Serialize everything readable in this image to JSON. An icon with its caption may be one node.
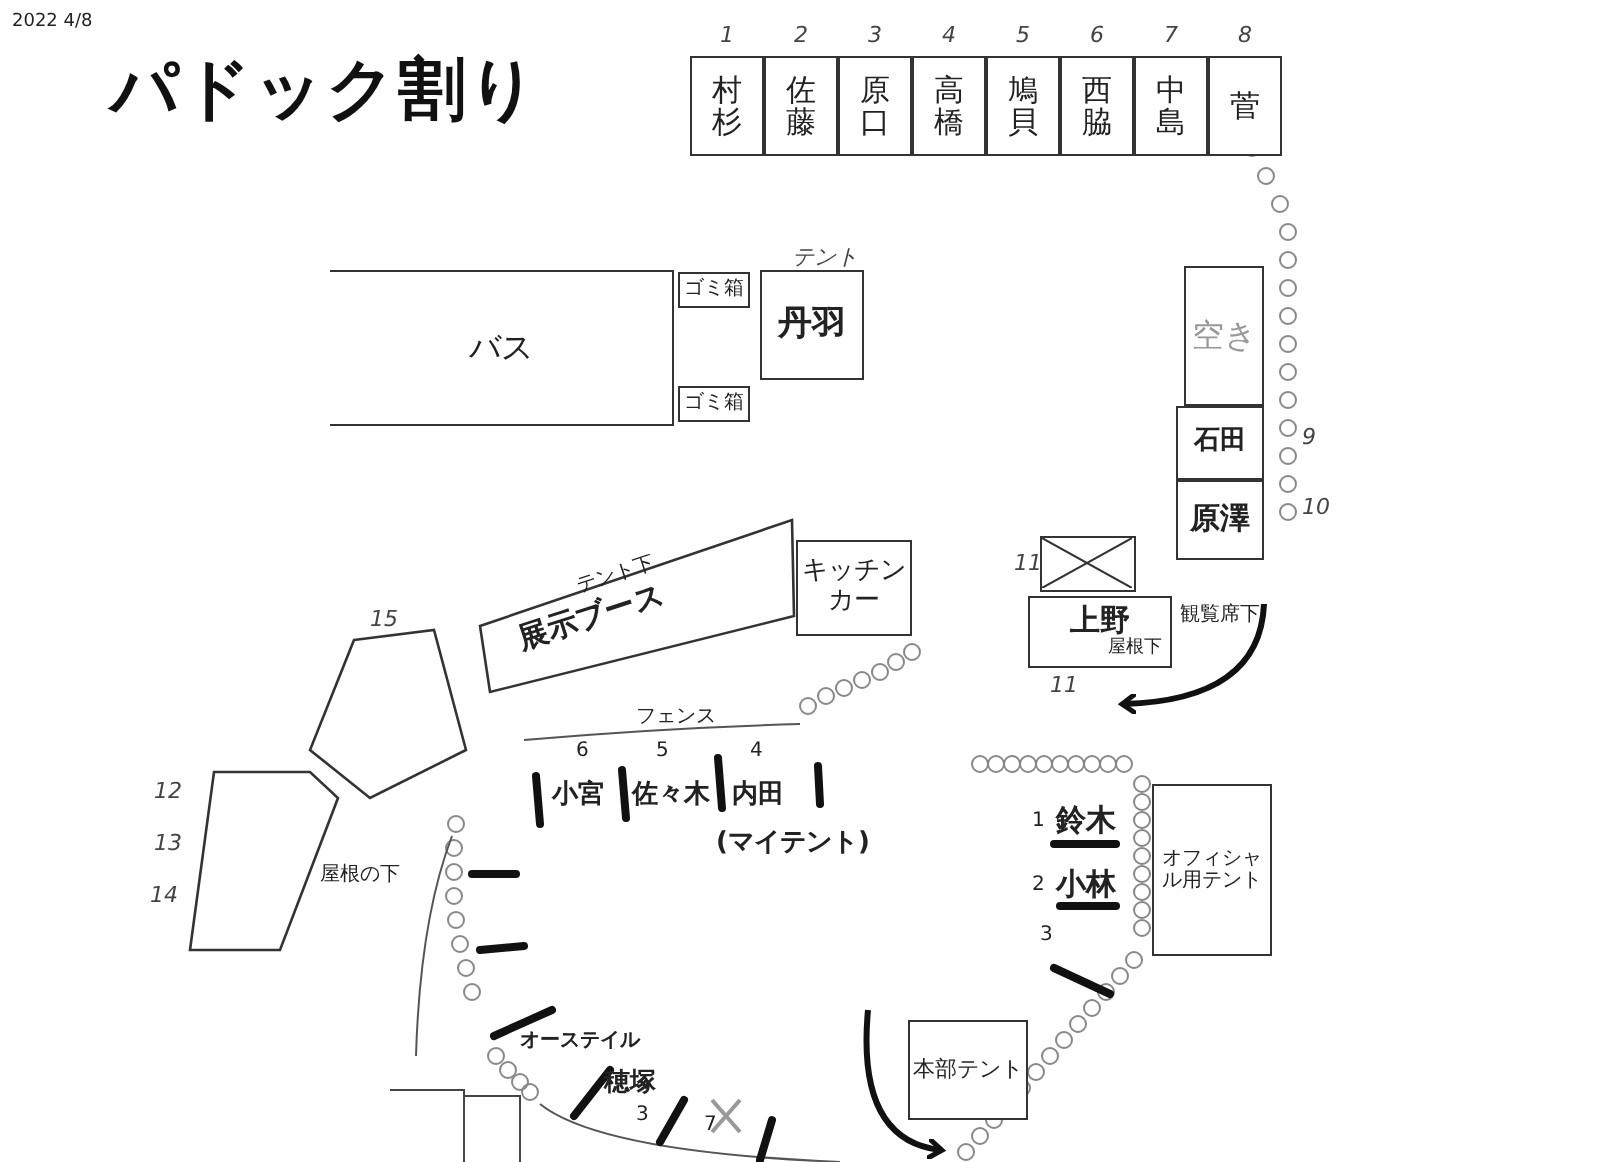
{
  "diagram": {
    "title": "パドック割り",
    "nodes": [
      {
        "text": [
          "村杉"
        ],
        "beside": [
          "1"
        ]
      },
      {
        "text": [
          "佐藤"
        ],
        "beside": [
          "2"
        ]
      },
      {
        "text": [
          "原口"
        ],
        "beside": [
          "3"
        ]
      },
      {
        "text": [
          "高橋"
        ],
        "beside": [
          "4"
        ]
      },
      {
        "text": [
          "鳩貝"
        ],
        "beside": [
          "5"
        ]
      },
      {
        "text": [
          "西脇"
        ],
        "beside": [
          "6"
        ]
      },
      {
        "text": [
          "中島"
        ],
        "beside": [
          "7"
        ]
      },
      {
        "text": [
          "菅"
        ],
        "beside": [
          "8"
        ]
      },
      {
        "text": [
          "バス"
        ]
      },
      {
        "text": [
          "ゴミ箱"
        ]
      },
      {
        "text": [
          "ゴミ箱"
        ]
      },
      {
        "text": [
          "丹羽"
        ],
        "beside": [
          "テント"
        ]
      },
      {
        "text": [
          "空き"
        ]
      },
      {
        "text": [
          "石田"
        ],
        "beside": [
          "9"
        ]
      },
      {
        "text": [
          "原澤"
        ],
        "beside": [
          "10"
        ]
      },
      {
        "text": [],
        "shape": "box",
        "beside": [
          "11"
        ]
      },
      {
        "text": [
          "上野",
          "屋根下"
        ],
        "beside": [
          "11"
        ]
      },
      {
        "text": [
          "テント下",
          "展示ブース"
        ]
      },
      {
        "text": [
          "キッチンカー"
        ]
      },
      {
        "text": [],
        "shape": "polygon",
        "beside": [
          "15"
        ]
      },
      {
        "text": [],
        "shape": "polygon",
        "beside": [
          "12",
          "13",
          "14"
        ]
      },
      {
        "text": [
          "オフィシャル用テント"
        ]
      },
      {
        "text": [
          "本部テント"
        ]
      }
    ],
    "labels": [
      "2022 4/8",
      "観覧席下",
      "フェンス",
      "6",
      "5",
      "4",
      "小宮",
      "佐々木",
      "内田",
      "(マイテント)",
      "屋根の下",
      "1",
      "鈴木",
      "2",
      "小林",
      "3",
      "オーステイル",
      "穂塚",
      "3",
      "7"
    ]
  }
}
